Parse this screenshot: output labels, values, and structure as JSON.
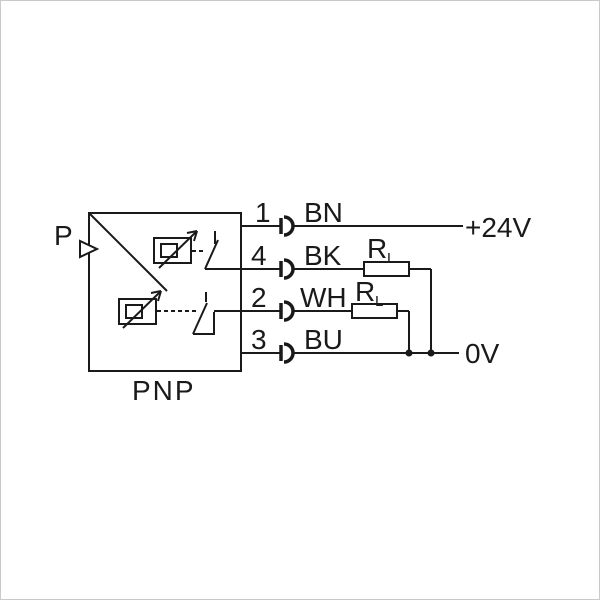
{
  "figure": {
    "device": {
      "port_label": "P",
      "output_type": "PNP"
    },
    "pins": [
      {
        "number": "1",
        "wire": "BN"
      },
      {
        "number": "4",
        "wire": "BK"
      },
      {
        "number": "2",
        "wire": "WH"
      },
      {
        "number": "3",
        "wire": "BU"
      }
    ],
    "rails": {
      "positive": "+24V",
      "negative": "0V"
    },
    "load_resistor": {
      "symbol": "R",
      "subscript": "L"
    },
    "colors": {
      "line": "#1a1a1a",
      "background": "#ffffff"
    }
  }
}
